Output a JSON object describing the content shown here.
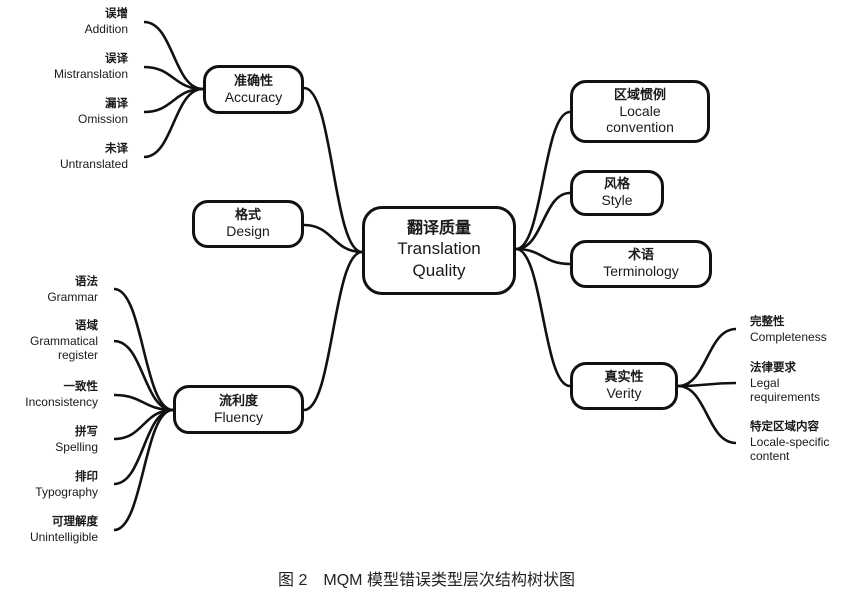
{
  "center": {
    "zh": "翻译质量",
    "en_line1": "Translation",
    "en_line2": "Quality"
  },
  "branches": {
    "accuracy": {
      "zh": "准确性",
      "en": "Accuracy",
      "children": [
        {
          "zh": "误增",
          "en": "Addition"
        },
        {
          "zh": "误译",
          "en": "Mistranslation"
        },
        {
          "zh": "漏译",
          "en": "Omission"
        },
        {
          "zh": "未译",
          "en": "Untranslated"
        }
      ]
    },
    "design": {
      "zh": "格式",
      "en": "Design"
    },
    "fluency": {
      "zh": "流利度",
      "en": "Fluency",
      "children": [
        {
          "zh": "语法",
          "en": "Grammar"
        },
        {
          "zh": "语域",
          "en": "Grammatical",
          "en2": "register"
        },
        {
          "zh": "一致性",
          "en": "Inconsistency"
        },
        {
          "zh": "拼写",
          "en": "Spelling"
        },
        {
          "zh": "排印",
          "en": "Typography"
        },
        {
          "zh": "可理解度",
          "en": "Unintelligible"
        }
      ]
    },
    "locale": {
      "zh": "区域惯例",
      "en": "Locale",
      "en2": "convention"
    },
    "style": {
      "zh": "风格",
      "en": "Style"
    },
    "terminology": {
      "zh": "术语",
      "en": "Terminology"
    },
    "verity": {
      "zh": "真实性",
      "en": "Verity",
      "children": [
        {
          "zh": "完整性",
          "en": "Completeness"
        },
        {
          "zh": "法律要求",
          "en": "Legal",
          "en2": "requirements"
        },
        {
          "zh": "特定区域内容",
          "en": "Locale-specific",
          "en2": "content"
        }
      ]
    }
  },
  "caption": "图 2　MQM 模型错误类型层次结构树状图"
}
